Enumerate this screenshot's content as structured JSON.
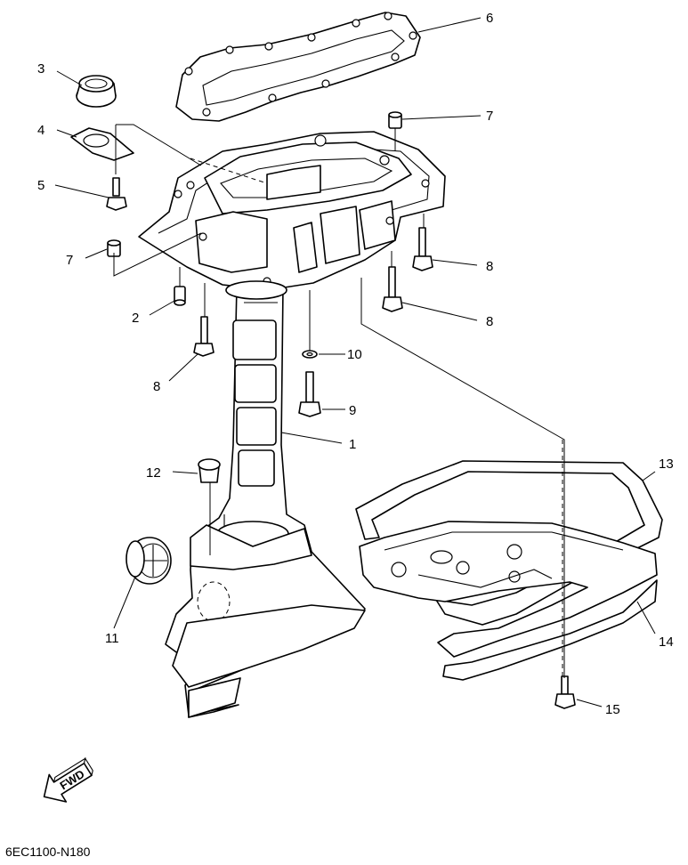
{
  "diagram": {
    "drawing_code": "6EC1100-N180",
    "fwd_label": "FWD",
    "callouts": [
      "1",
      "2",
      "3",
      "4",
      "5",
      "6",
      "7",
      "7",
      "8",
      "8",
      "8",
      "9",
      "10",
      "11",
      "12",
      "13",
      "14",
      "15"
    ]
  }
}
